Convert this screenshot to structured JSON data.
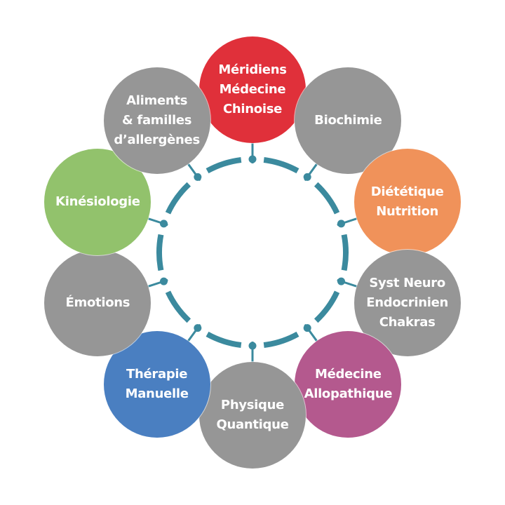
{
  "diagram": {
    "ring_color": "#3b8a9e",
    "nodes": [
      {
        "key": "meridiens",
        "label": "Méridiens\nMédecine\nChinoise",
        "color": "#e0303a"
      },
      {
        "key": "biochimie",
        "label": "Biochimie",
        "color": "#969696"
      },
      {
        "key": "dietetique",
        "label": "Diététique\nNutrition",
        "color": "#f0925a"
      },
      {
        "key": "syst-neuro",
        "label": "Syst Neuro\nEndocrinien\nChakras",
        "color": "#969696"
      },
      {
        "key": "medecine-allopathique",
        "label": "Médecine\nAllopathique",
        "color": "#b4598e"
      },
      {
        "key": "physique-quantique",
        "label": "Physique\nQuantique",
        "color": "#969696"
      },
      {
        "key": "therapie-manuelle",
        "label": "Thérapie\nManuelle",
        "color": "#4a7fc1"
      },
      {
        "key": "emotions",
        "label": "Émotions",
        "color": "#969696"
      },
      {
        "key": "kinesiologie",
        "label": "Kinésiologie",
        "color": "#92c26c"
      },
      {
        "key": "aliments",
        "label": "Aliments\n& familles\nd’allergènes",
        "color": "#969696"
      }
    ]
  }
}
